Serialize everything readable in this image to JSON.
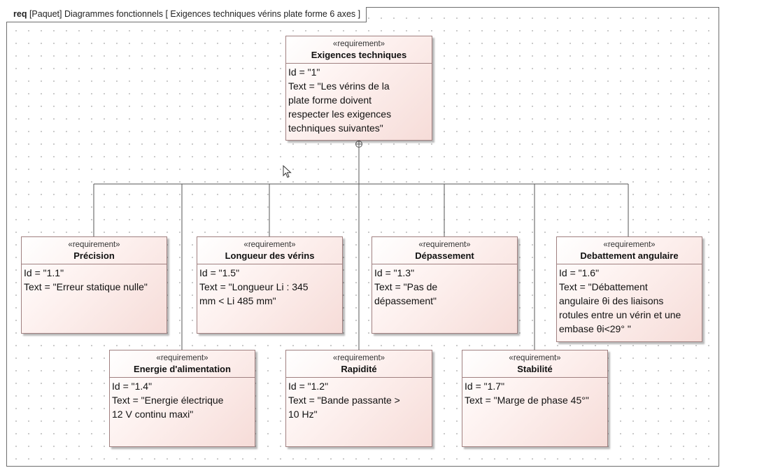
{
  "frame": {
    "keyword": "req",
    "title": "[Paquet] Diagrammes fonctionnels [ Exigences techniques vérins plate forme 6 axes ]"
  },
  "requirements": {
    "r1": {
      "stereotype": "«requirement»",
      "name": "Exigences techniques",
      "id": "Id = \"1\"",
      "text": "Text = \"Les vérins de la\nplate forme doivent\nrespecter les exigences\ntechniques suivantes\""
    },
    "r11": {
      "stereotype": "«requirement»",
      "name": "Précision",
      "id": "Id = \"1.1\"",
      "text": "Text = \"Erreur statique nulle\""
    },
    "r15": {
      "stereotype": "«requirement»",
      "name": "Longueur des vérins",
      "id": "Id = \"1.5\"",
      "text": "Text = \"Longueur Li : 345\nmm < Li 485 mm\""
    },
    "r13": {
      "stereotype": "«requirement»",
      "name": "Dépassement",
      "id": "Id = \"1.3\"",
      "text": "Text = \"Pas de\ndépassement\""
    },
    "r16": {
      "stereotype": "«requirement»",
      "name": "Debattement angulaire",
      "id": "Id = \"1.6\"",
      "text": "Text = \"Débattement\nangulaire θi des liaisons\nrotules entre un vérin et une\nembase θi<29° \""
    },
    "r14": {
      "stereotype": "«requirement»",
      "name": "Energie d'alimentation",
      "id": "Id = \"1.4\"",
      "text": "Text = \"Energie électrique\n12 V continu maxi\""
    },
    "r12": {
      "stereotype": "«requirement»",
      "name": "Rapidité",
      "id": "Id = \"1.2\"",
      "text": "Text = \"Bande passante >\n10 Hz\""
    },
    "r17": {
      "stereotype": "«requirement»",
      "name": "Stabilité",
      "id": "Id = \"1.7\"",
      "text": "Text = \"Marge de phase 45°\""
    }
  },
  "relations": [
    {
      "from": "r1",
      "to": "r11",
      "type": "containment"
    },
    {
      "from": "r1",
      "to": "r14",
      "type": "containment"
    },
    {
      "from": "r1",
      "to": "r15",
      "type": "containment"
    },
    {
      "from": "r1",
      "to": "r12",
      "type": "containment"
    },
    {
      "from": "r1",
      "to": "r13",
      "type": "containment"
    },
    {
      "from": "r1",
      "to": "r17",
      "type": "containment"
    },
    {
      "from": "r1",
      "to": "r16",
      "type": "containment"
    }
  ],
  "colors": {
    "line": "#555555",
    "border": "#a08080",
    "fill": "#f6dcd8"
  },
  "icons": {
    "cursor": "mouse-pointer-icon",
    "containment": "containment-crosshair-icon"
  }
}
